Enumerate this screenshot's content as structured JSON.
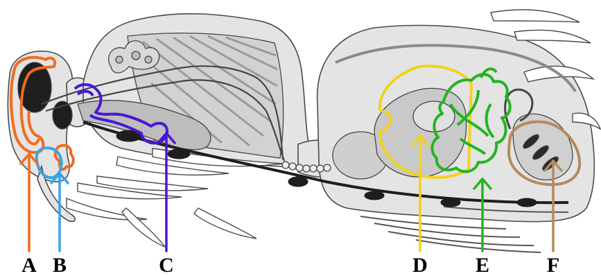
{
  "labels": {
    "a": "A",
    "b": "B",
    "c": "C",
    "d": "D",
    "e": "E",
    "f": "F"
  },
  "colors": {
    "a": "#f26b1d",
    "b": "#3aa3e6",
    "c": "#4a16d8",
    "d": "#f2d21b",
    "e": "#22b51e",
    "f": "#b58a5c",
    "body_fill": "#e4e4e4",
    "outline": "#4a4a4a",
    "dark": "#1e1e1e"
  }
}
